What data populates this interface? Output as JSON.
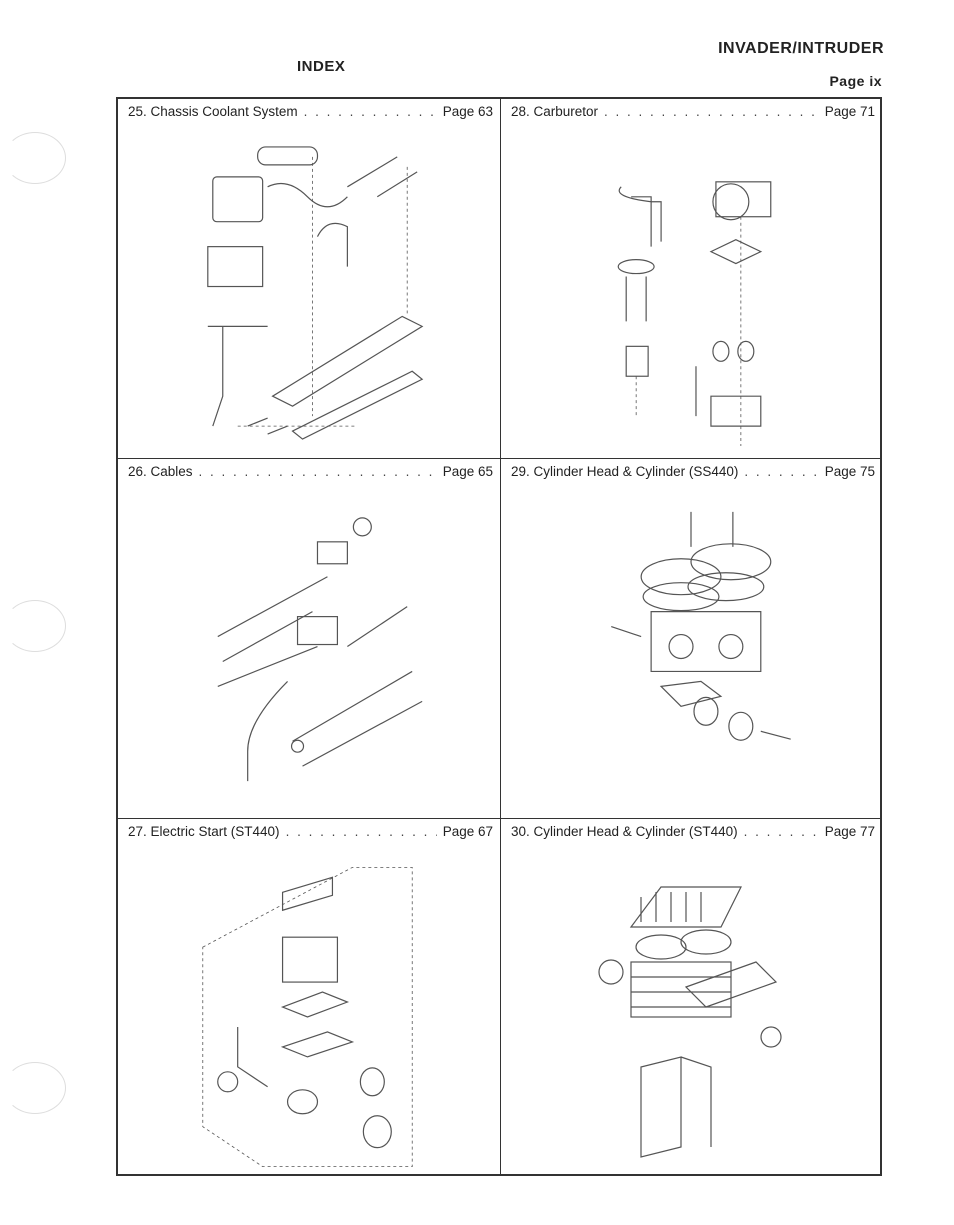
{
  "header": {
    "index": "INDEX",
    "model": "INVADER/INTRUDER",
    "page": "Page ix"
  },
  "entries": [
    {
      "title": "25. Chassis Coolant System",
      "page": "Page 63"
    },
    {
      "title": "28. Carburetor",
      "page": "Page 71"
    },
    {
      "title": "26. Cables",
      "page": "Page 65"
    },
    {
      "title": "29. Cylinder Head & Cylinder (SS440)",
      "page": "Page 75"
    },
    {
      "title": "27. Electric Start (ST440)",
      "page": "Page 67"
    },
    {
      "title": "30. Cylinder Head & Cylinder (ST440)",
      "page": "Page 77"
    }
  ]
}
